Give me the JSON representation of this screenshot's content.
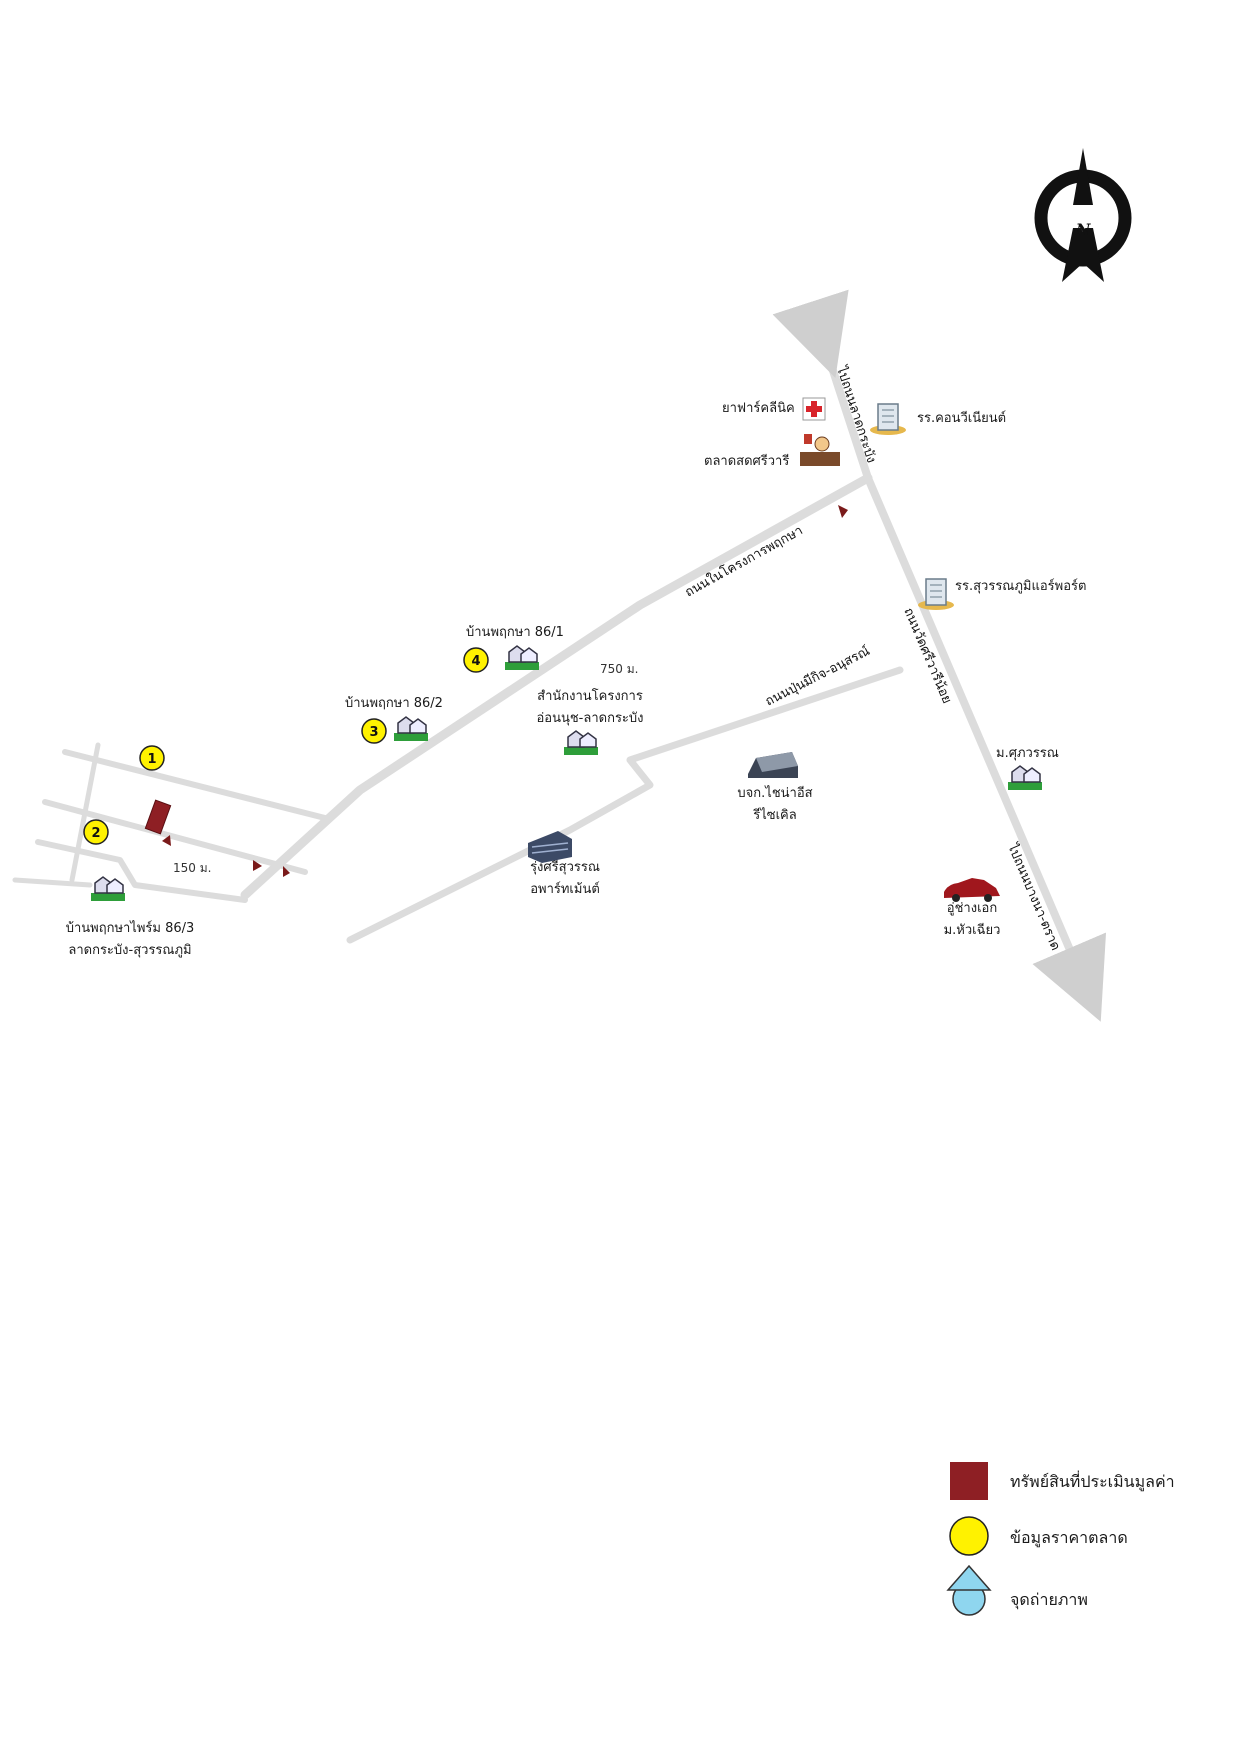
{
  "compass": {
    "label": "N"
  },
  "markers": {
    "m1": "1",
    "m2": "2",
    "m3": "3",
    "m4": "4"
  },
  "roads": {
    "prueksa_project_road": "ถนนในโครงการพฤกษา",
    "latkrabang_road": "ไปถนนลาดกระบัง",
    "wat_sri_wari_noi_road": "ถนนวัดศรีวารีน้อย",
    "bangna_trat_road": "ไปถนนบางนา-ตราด",
    "punyamit_anusorn_road": "ถนนปุ่นมีกิจ-อนุสรณ์"
  },
  "distances": {
    "d750": "750 ม.",
    "d150": "150 ม."
  },
  "places": {
    "pharmacy_clinic": "ยาฟาร์คลีนิค",
    "sriwari_market": "ตลาดสดศรีวารี",
    "convent_school": "รร.คอนวีเนียนต์",
    "suvarnabhumi_airport_school": "รร.สุวรรณภูมิแอร์พอร์ต",
    "baan_pruksa_86_1": "บ้านพฤกษา 86/1",
    "baan_pruksa_86_2": "บ้านพฤกษา 86/2",
    "project_office_line1": "สำนักงานโครงการ",
    "project_office_line2": "อ่อนนุช-ลาดกระบัง",
    "chinaeast_line1": "บจก.ไชน่าอีส",
    "chinaeast_line2": "รีไซเคิล",
    "supawan": "ม.ศุภวรรณ",
    "rungsri_line1": "รุ่งศรีสุวรรณ",
    "rungsri_line2": "อพาร์ทเม้นต์",
    "garage_line1": "อู่ช่างเอก",
    "garage_line2": "ม.หัวเฉียว",
    "prime_line1": "บ้านพฤกษาไพร์ม 86/3",
    "prime_line2": "ลาดกระบัง-สุวรรณภูมิ"
  },
  "legend": {
    "appraised_property": "ทรัพย์สินที่ประเมินมูลค่า",
    "market_data": "ข้อมูลราคาตลาด",
    "photo_point": "จุดถ่ายภาพ"
  },
  "colors": {
    "road": "#dcdcdc",
    "property": "#8e1f24",
    "marker_fill": "#fff200",
    "photo_point": "#8fd6ef",
    "arrow": "#7a1a1a"
  }
}
